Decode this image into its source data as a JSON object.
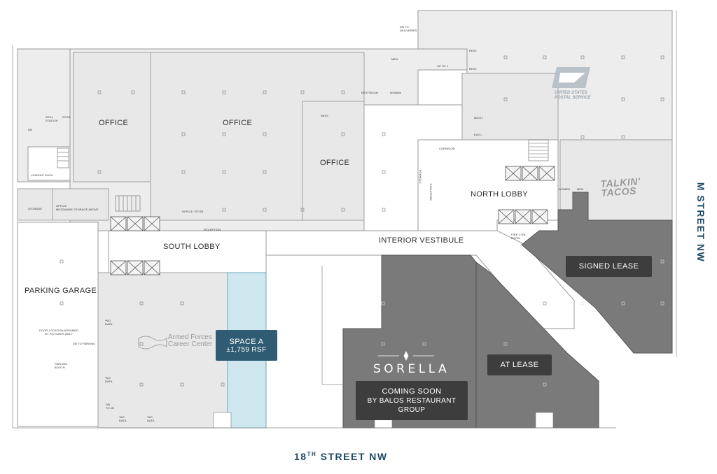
{
  "floorplan": {
    "streets": {
      "bottom": {
        "main": "18",
        "sup": "TH",
        "rest": " STREET NW"
      },
      "right": "M STREET NW"
    },
    "areas": {
      "office_1": "OFFICE",
      "office_2": "OFFICE",
      "office_3": "OFFICE",
      "south_lobby": "SOUTH LOBBY",
      "north_lobby": "NORTH LOBBY",
      "interior_vestibule": "INTERIOR VESTIBULE",
      "parking_garage": "PARKING GARAGE"
    },
    "space_a": {
      "title": "SPACE A",
      "size": "±1,759 RSF",
      "color": "#cfe8f0",
      "badge_color": "#2f5c72"
    },
    "signed_lease": {
      "label": "SIGNED LEASE",
      "color": "#7a7a7a"
    },
    "at_lease": {
      "label": "AT LEASE",
      "color": "#7a7a7a"
    },
    "sorella": {
      "logo": "SORELLA",
      "line1": "COMING SOON",
      "line2": "BY BALOS RESTAURANT",
      "line3": "GROUP",
      "color": "#7a7a7a"
    },
    "tenants": {
      "usps_line1": "UNITED STATES",
      "usps_line2": "POSTAL SERVICE",
      "talkin_line1": "TALKIN'",
      "talkin_line2": "TACOS",
      "afcc_line1": "Armed Forces",
      "afcc_line2": "Career Center"
    },
    "small_labels": {
      "on_to_deliveries": "DN TO\nDELIVERIES",
      "men_top": "MEN",
      "women_top": "WOMEN",
      "restroom": "RESTROOM",
      "rest": "REST.",
      "up_to_1": "UP TO 1",
      "mech": "MECH.",
      "elec": "ELEC.",
      "corridor": "CORRIDOR",
      "storage": "STORAGE",
      "reception": "RECEPTION",
      "loading_dock": "LOADING DOCK",
      "spill_station": "SPILL\nSTATION",
      "stor": "STOR.",
      "dn": "DN",
      "office_mezz": "OFFICE\nMEZZANINE STORAGE ABOVE",
      "office_stor": "OFFICE / STOR.",
      "men_ne": "MEN",
      "women_ne": "WOMEN",
      "fire_ctrl": "FIRE CTRL\nROOM",
      "door_location": "DOOR LOCATION ASSUMED\nBY PICTURES ONLY",
      "dn_to_parking": "DN TO PARKING",
      "parking_booth": "PARKING\nBOOTH",
      "no_data": "*NO\nDATA",
      "dn_to_1b": "DN\nTO 1B",
      "storage_left": "STORAGE"
    }
  }
}
